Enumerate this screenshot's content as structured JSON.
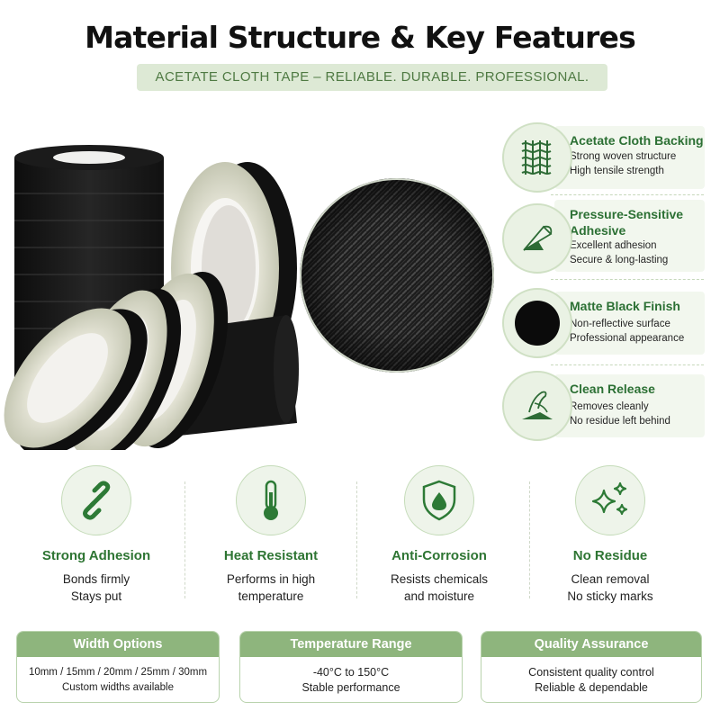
{
  "header": {
    "title": "Material Structure & Key Features",
    "subtitle": "ACETATE CLOTH TAPE – RELIABLE. DURABLE. PROFESSIONAL."
  },
  "features": [
    {
      "icon": "woven-grid-icon",
      "title": "Acetate Cloth Backing",
      "lines": [
        "Strong woven structure",
        "High tensile strength"
      ]
    },
    {
      "icon": "adhesive-peel-icon",
      "title": "Pressure-Sensitive Adhesive",
      "lines": [
        "Excellent adhesion",
        "Secure & long-lasting"
      ]
    },
    {
      "icon": "black-disc-icon",
      "title": "Matte Black Finish",
      "lines": [
        "Non-reflective surface",
        "Professional appearance"
      ]
    },
    {
      "icon": "peel-hand-icon",
      "title": "Clean Release",
      "lines": [
        "Removes cleanly",
        "No residue left behind"
      ]
    }
  ],
  "columns": [
    {
      "icon": "chain-link-icon",
      "title": "Strong Adhesion",
      "lines": [
        "Bonds firmly",
        "Stays put"
      ]
    },
    {
      "icon": "thermometer-icon",
      "title": "Heat Resistant",
      "lines": [
        "Performs in high",
        "temperature"
      ]
    },
    {
      "icon": "shield-drop-icon",
      "title": "Anti-Corrosion",
      "lines": [
        "Resists chemicals",
        "and moisture"
      ]
    },
    {
      "icon": "sparkle-icon",
      "title": "No Residue",
      "lines": [
        "Clean removal",
        "No sticky marks"
      ]
    }
  ],
  "boxes": [
    {
      "title": "Width Options",
      "lines": [
        "10mm / 15mm / 20mm / 25mm / 30mm",
        "Custom widths available"
      ]
    },
    {
      "title": "Temperature Range",
      "lines": [
        "-40°C to 150°C",
        "Stable performance"
      ]
    },
    {
      "title": "Quality Assurance",
      "lines": [
        "Consistent quality control",
        "Reliable & dependable"
      ]
    }
  ],
  "colors": {
    "accent_green": "#2c7034",
    "light_green": "#dde9d5",
    "header_green": "#8eb57d"
  }
}
